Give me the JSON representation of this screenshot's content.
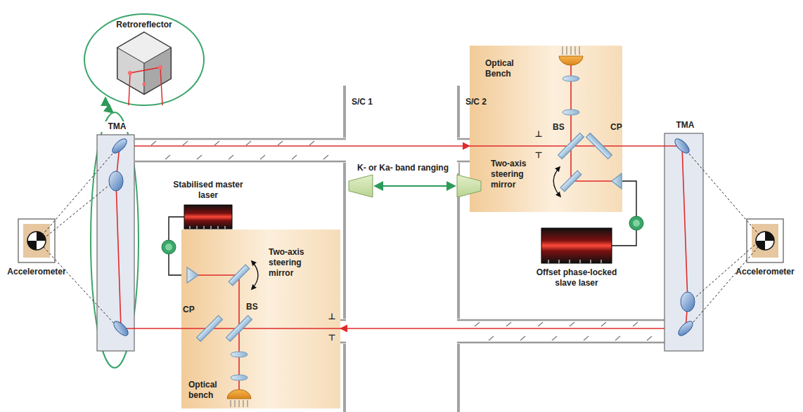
{
  "diagram": {
    "nodes": [
      {
        "text": [
          "Retroreflector"
        ]
      },
      {
        "text": [
          "TMA"
        ]
      },
      {
        "text": [
          "Optical Bench"
        ]
      },
      {
        "text": [
          "TMA"
        ]
      },
      {
        "text": [
          "Accelerometer"
        ]
      },
      {
        "text": [
          "Accelerometer"
        ]
      },
      {
        "text": [
          "Stabilised master laser"
        ]
      },
      {
        "text": [
          "Offset phase-locked slave laser"
        ]
      },
      {
        "text": [
          "Optical bench"
        ]
      }
    ],
    "edges": [
      {
        "from": 1,
        "to": 2,
        "arrow": "to"
      },
      {
        "from": 3,
        "to": 8,
        "arrow": "to"
      },
      {
        "from": 6,
        "to": 8,
        "arrow": "none"
      },
      {
        "from": 7,
        "to": 2,
        "arrow": "none"
      }
    ],
    "labels": [
      "S/C 1",
      "S/C 2",
      "⊥",
      "⊤",
      "BS",
      "CP",
      "Two-axis steering mirror",
      "K- or Ka- band ranging",
      "Two-axis steering mirror",
      "CP",
      "BS",
      "⊥",
      "⊤"
    ]
  }
}
